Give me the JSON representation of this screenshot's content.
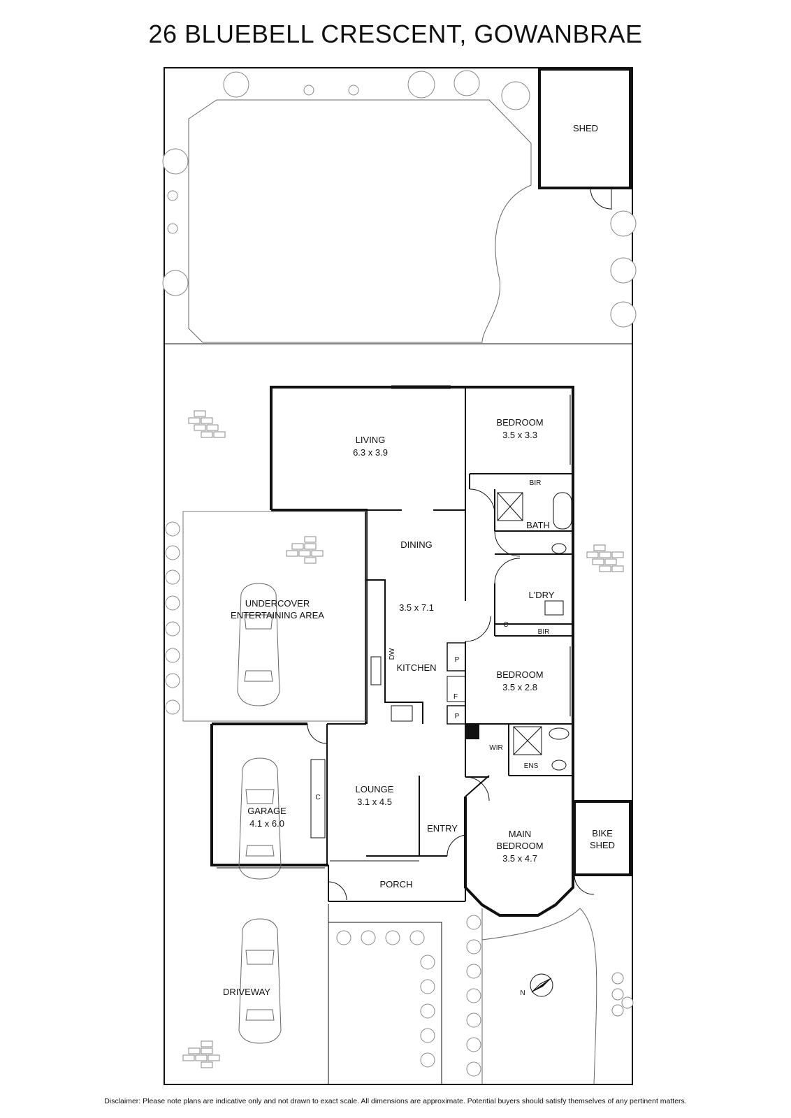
{
  "title": "26 BLUEBELL CRESCENT, GOWANBRAE",
  "disclaimer": "Disclaimer: Please note plans are indicative only and not drawn to exact scale. All dimensions are approximate. Potential buyers should satisfy themselves of any pertinent matters.",
  "rooms": {
    "shed": "SHED",
    "living": "LIVING",
    "living_dim": "6.3 x 3.9",
    "bedroom1": "BEDROOM",
    "bedroom1_dim": "3.5 x 3.3",
    "bir1": "BIR",
    "bath": "BATH",
    "dining": "DINING",
    "dining_dim": "3.5 x 7.1",
    "laundry": "L'DRY",
    "cupboard_c1": "C",
    "bir2": "BIR",
    "kitchen": "KITCHEN",
    "dw": "DW",
    "pantry1": "P",
    "fridge": "F",
    "pantry2": "P",
    "bedroom2": "BEDROOM",
    "bedroom2_dim": "3.5 x 2.8",
    "undercover_line1": "UNDERCOVER",
    "undercover_line2": "ENTERTAINING AREA",
    "wir": "WIR",
    "ens": "ENS",
    "lounge": "LOUNGE",
    "lounge_dim": "3.1 x 4.5",
    "garage_c": "C",
    "garage": "GARAGE",
    "garage_dim": "4.1 x 6.0",
    "entry": "ENTRY",
    "main_bedroom_line1": "MAIN",
    "main_bedroom_line2": "BEDROOM",
    "main_bedroom_dim": "3.5 x 4.7",
    "bike_shed_line1": "BIKE",
    "bike_shed_line2": "SHED",
    "porch": "PORCH",
    "driveway": "DRIVEWAY",
    "compass_n": "N"
  }
}
